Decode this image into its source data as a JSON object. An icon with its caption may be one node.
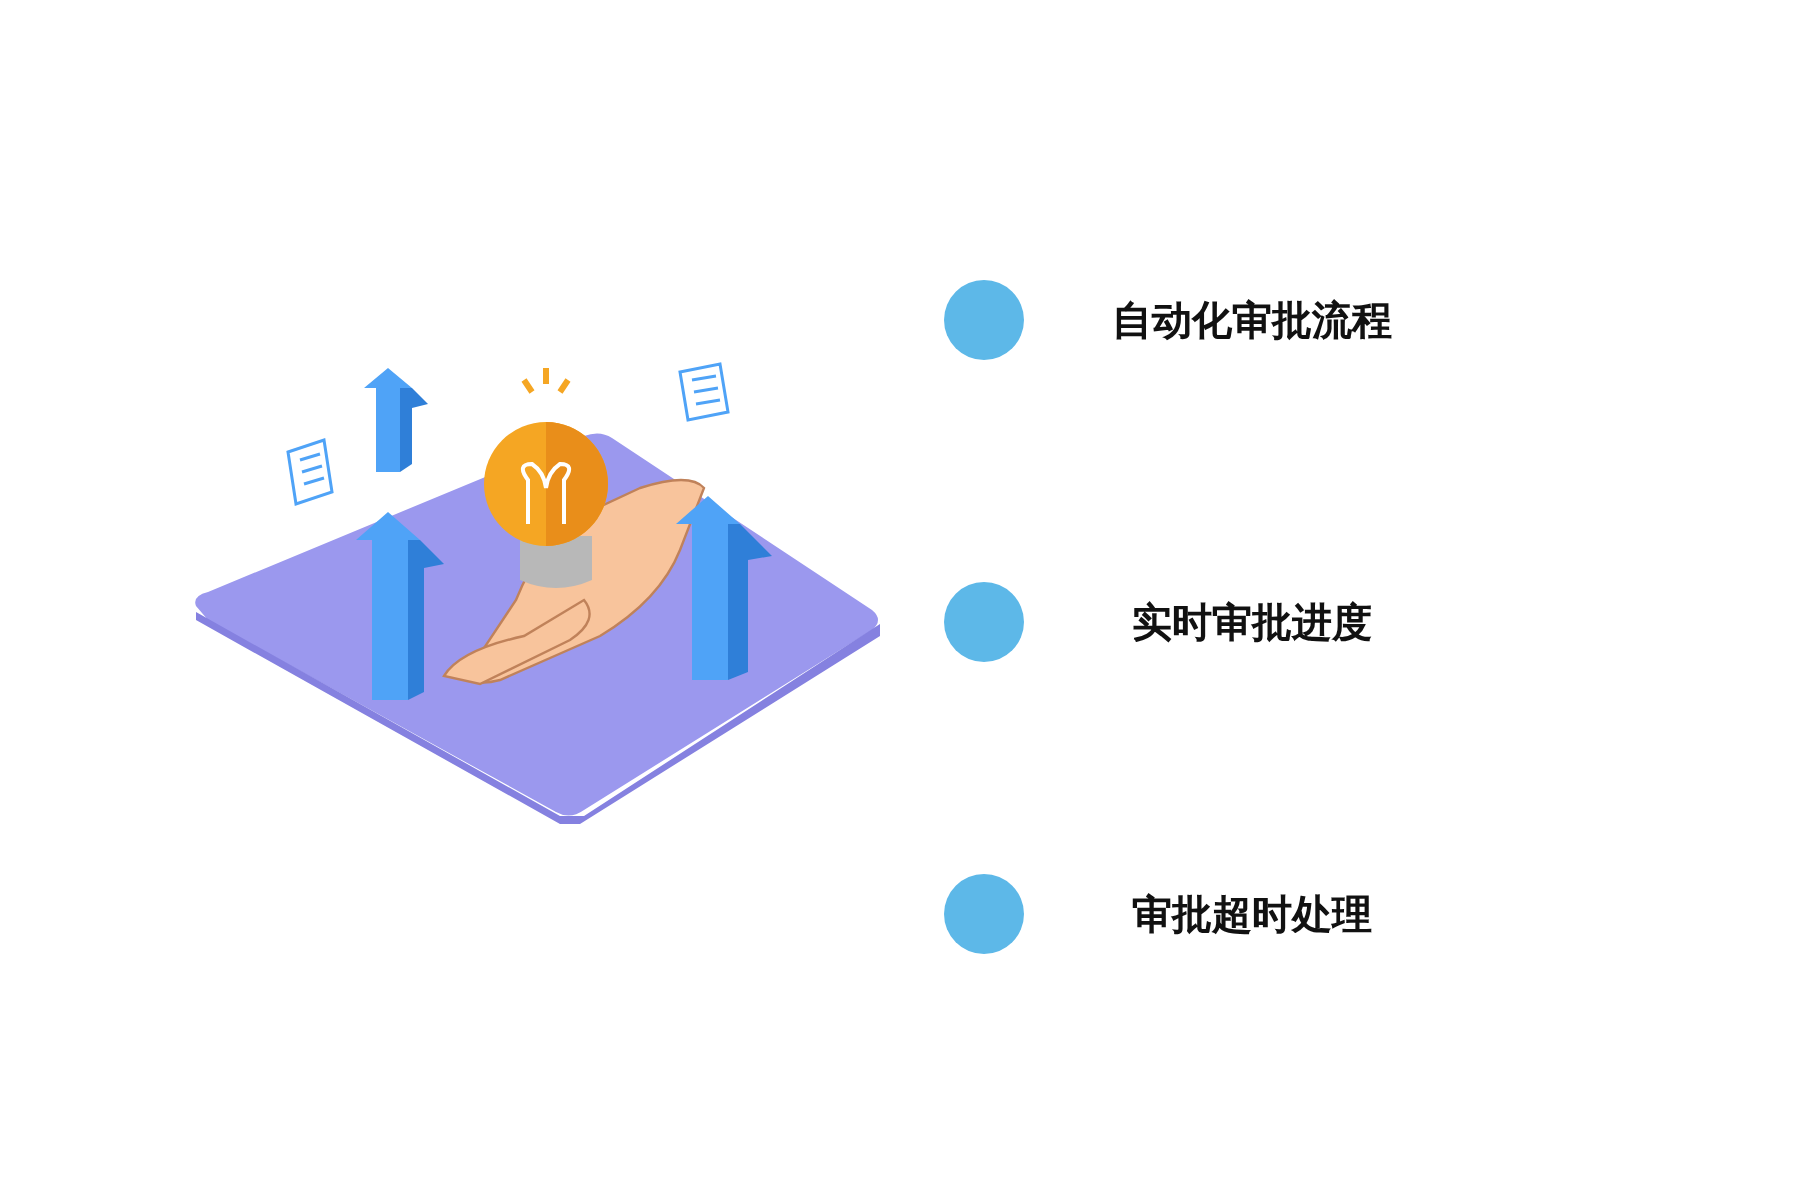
{
  "diagram": {
    "labels": [
      "自动化审批流程",
      "实时审批进度",
      "审批超时处理"
    ]
  }
}
